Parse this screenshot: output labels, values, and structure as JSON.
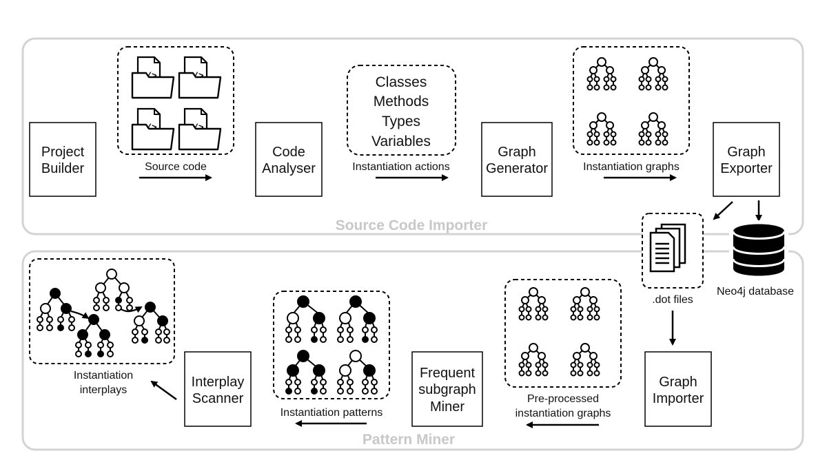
{
  "importer": {
    "title": "Source Code Importer",
    "project_builder": [
      "Project",
      "Builder"
    ],
    "source_code_label": "Source code",
    "code_analyser": [
      "Code",
      "Analyser"
    ],
    "actions": [
      "Classes",
      "Methods",
      "Types",
      "Variables"
    ],
    "actions_label": "Instantiation actions",
    "graph_generator": [
      "Graph",
      "Generator"
    ],
    "graphs_label": "Instantiation graphs",
    "graph_exporter": [
      "Graph",
      "Exporter"
    ]
  },
  "storage": {
    "dot_files_label": ".dot files",
    "neo4j_label": "Neo4j database"
  },
  "miner": {
    "title": "Pattern Miner",
    "graph_importer": [
      "Graph",
      "Importer"
    ],
    "preprocessed_label": [
      "Pre-processed",
      "instantiation graphs"
    ],
    "frequent_miner": [
      "Frequent",
      "subgraph",
      "Miner"
    ],
    "patterns_label": "Instantiation patterns",
    "interplay_scanner": [
      "Interplay",
      "Scanner"
    ],
    "interplays_label": [
      "Instantiation",
      "interplays"
    ]
  },
  "icons": {
    "source_files": "folder-code-icon",
    "graph": "tree-graph-icon",
    "document": "document-stack-icon",
    "database": "database-icon"
  }
}
